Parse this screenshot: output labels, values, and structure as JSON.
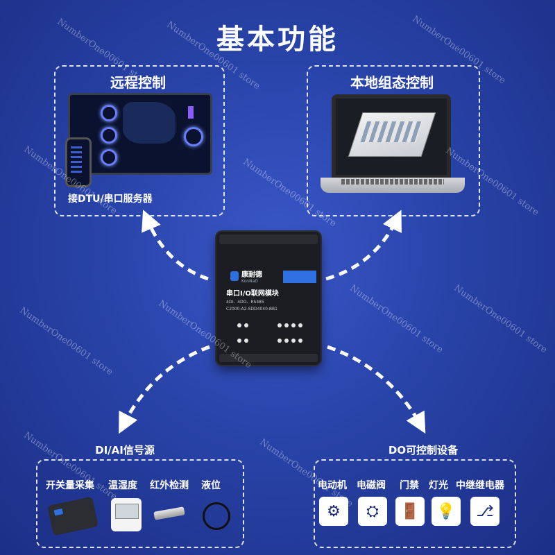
{
  "title": "基本功能",
  "remote": {
    "label": "远程控制",
    "caption": "接DTU/串口服务器"
  },
  "local": {
    "label": "本地组态控制"
  },
  "device": {
    "brand_cn": "康耐德",
    "brand_en": "KonNaD",
    "product": "串口I/O联网模块",
    "spec": "4DI、4DO、RS485",
    "model": "C2000-A2-SDD4040-BB1"
  },
  "inputs": {
    "label": "DI/AI信号源",
    "items": [
      "开关量采集",
      "温湿度",
      "红外检测",
      "液位"
    ]
  },
  "outputs": {
    "label": "DO可控制设备",
    "items": [
      "电动机",
      "电磁阀",
      "门禁",
      "灯光",
      "中继继电器"
    ],
    "icons": [
      "motor-icon",
      "solenoid-valve-icon",
      "door-access-icon",
      "lightbulb-icon",
      "relay-icon"
    ]
  },
  "watermark": "NumberOne00601 store",
  "colors": {
    "background": "#2843a8",
    "accent_blue": "#2f6fe0"
  }
}
